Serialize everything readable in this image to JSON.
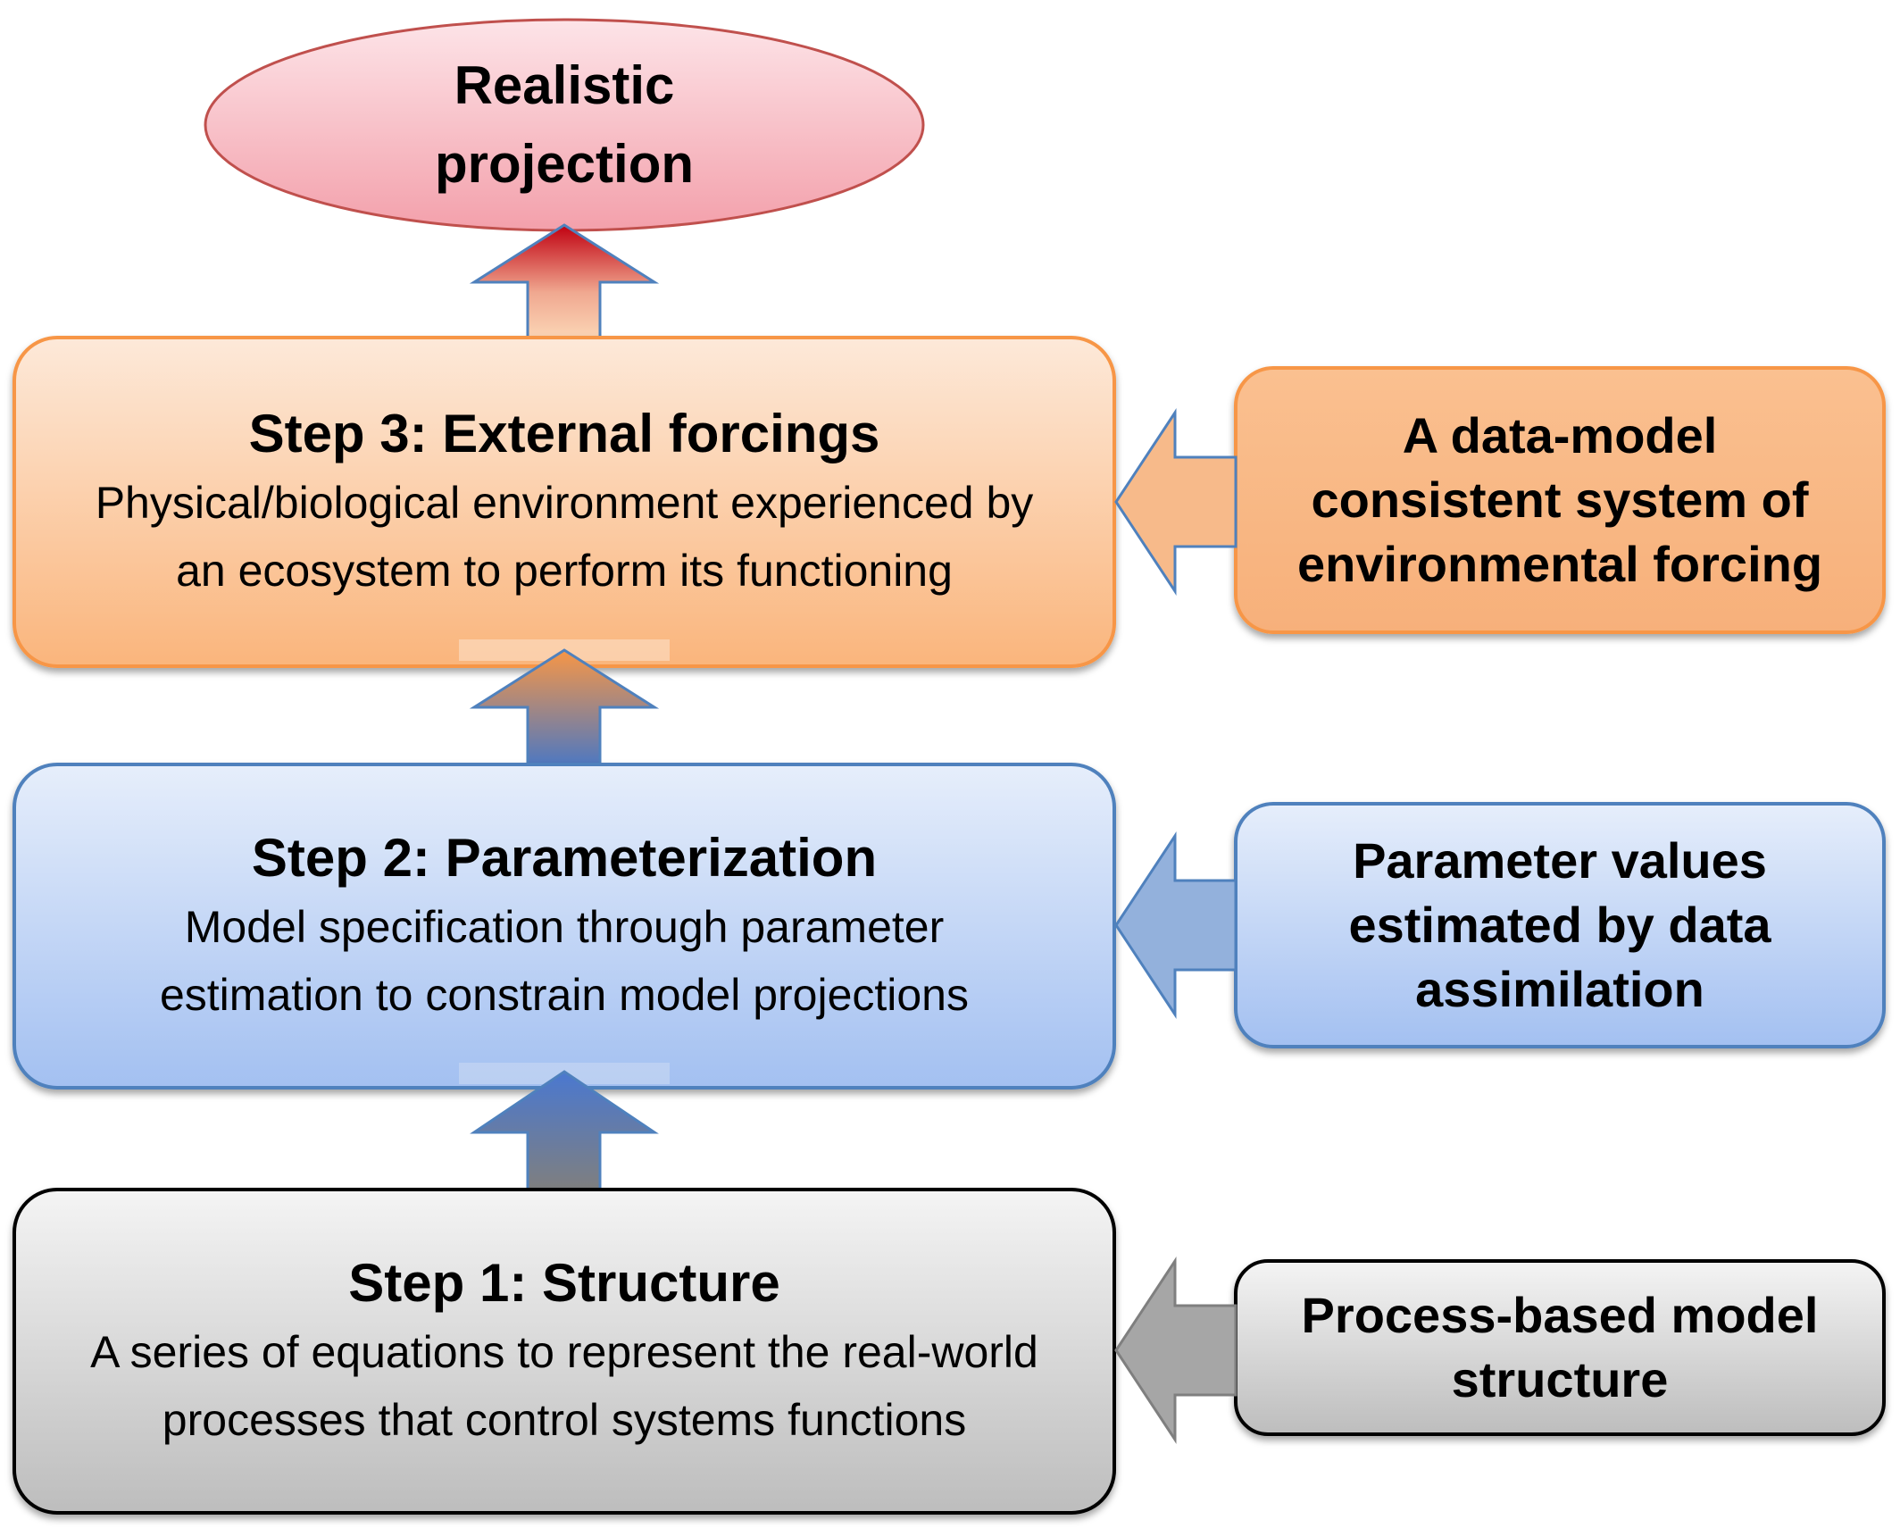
{
  "top": {
    "title_line1": "Realistic",
    "title_line2": "projection"
  },
  "steps": [
    {
      "title": "Step 3: External forcings",
      "desc_line1": "Physical/biological environment experienced by",
      "desc_line2": "an ecosystem to perform its functioning"
    },
    {
      "title": "Step 2: Parameterization",
      "desc_line1": "Model specification through parameter",
      "desc_line2": "estimation to constrain model projections"
    },
    {
      "title": "Step 1: Structure",
      "desc_line1": "A series of equations to represent the real-world",
      "desc_line2": "processes that control systems functions"
    }
  ],
  "side": [
    {
      "line1": "A data-model",
      "line2": "consistent system of",
      "line3": "environmental forcing"
    },
    {
      "line1": "Parameter values",
      "line2": "estimated by data",
      "line3": "assimilation"
    },
    {
      "line1": "Process-based model",
      "line2": "structure"
    }
  ],
  "colors": {
    "orange_light": "#fde9d9",
    "orange_mid": "#fac090",
    "orange_border": "#f79646",
    "blue_light": "#e4edfb",
    "blue_mid": "#a7c4f2",
    "blue_border": "#4f81bd",
    "gray_light": "#f2f2f2",
    "gray_mid": "#bfbfbf",
    "gray_border": "#000000",
    "red_light": "#fde0e4",
    "red_mid": "#f4a3ae",
    "red_border": "#c0504d",
    "arrow_red": "#c0000a",
    "arrow_blue": "#4a72c4",
    "arrow_gray": "#7f7f7f",
    "arrow_outline": "#4f81bd"
  }
}
